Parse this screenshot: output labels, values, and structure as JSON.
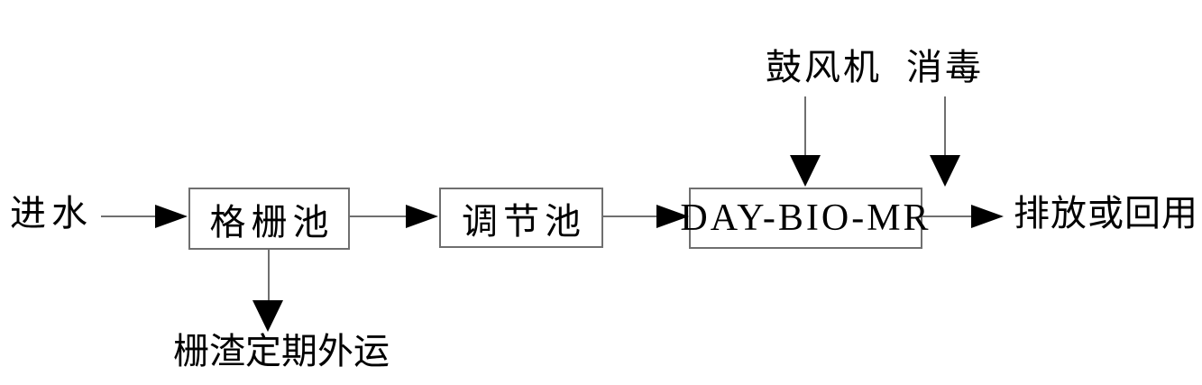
{
  "diagram": {
    "type": "process-flowchart",
    "subject": "wastewater treatment flow",
    "colors": {
      "background": "#ffffff",
      "line": "#6f6f6f",
      "box_border": "#6f6f6f",
      "arrowhead": "#000000",
      "text": "#000000"
    },
    "nodes": {
      "influent": {
        "label": "进水"
      },
      "grid_tank": {
        "label": "格栅池"
      },
      "regulating_tank": {
        "label": "调节池"
      },
      "reactor": {
        "label": "DAY-BIO-MR"
      },
      "effluent": {
        "label": "排放或回用"
      },
      "blower": {
        "label": "鼓风机"
      },
      "disinfection": {
        "label": "消毒"
      },
      "screenings_disposal": {
        "label": "栅渣定期外运"
      }
    },
    "flows": [
      "进水 → 格栅池",
      "格栅池 → 调节池",
      "调节池 → DAY-BIO-MR",
      "DAY-BIO-MR → 排放或回用",
      "鼓风机 ↓ DAY-BIO-MR",
      "消毒 ↓ 出水管",
      "格栅池 ↓ 栅渣定期外运"
    ]
  }
}
